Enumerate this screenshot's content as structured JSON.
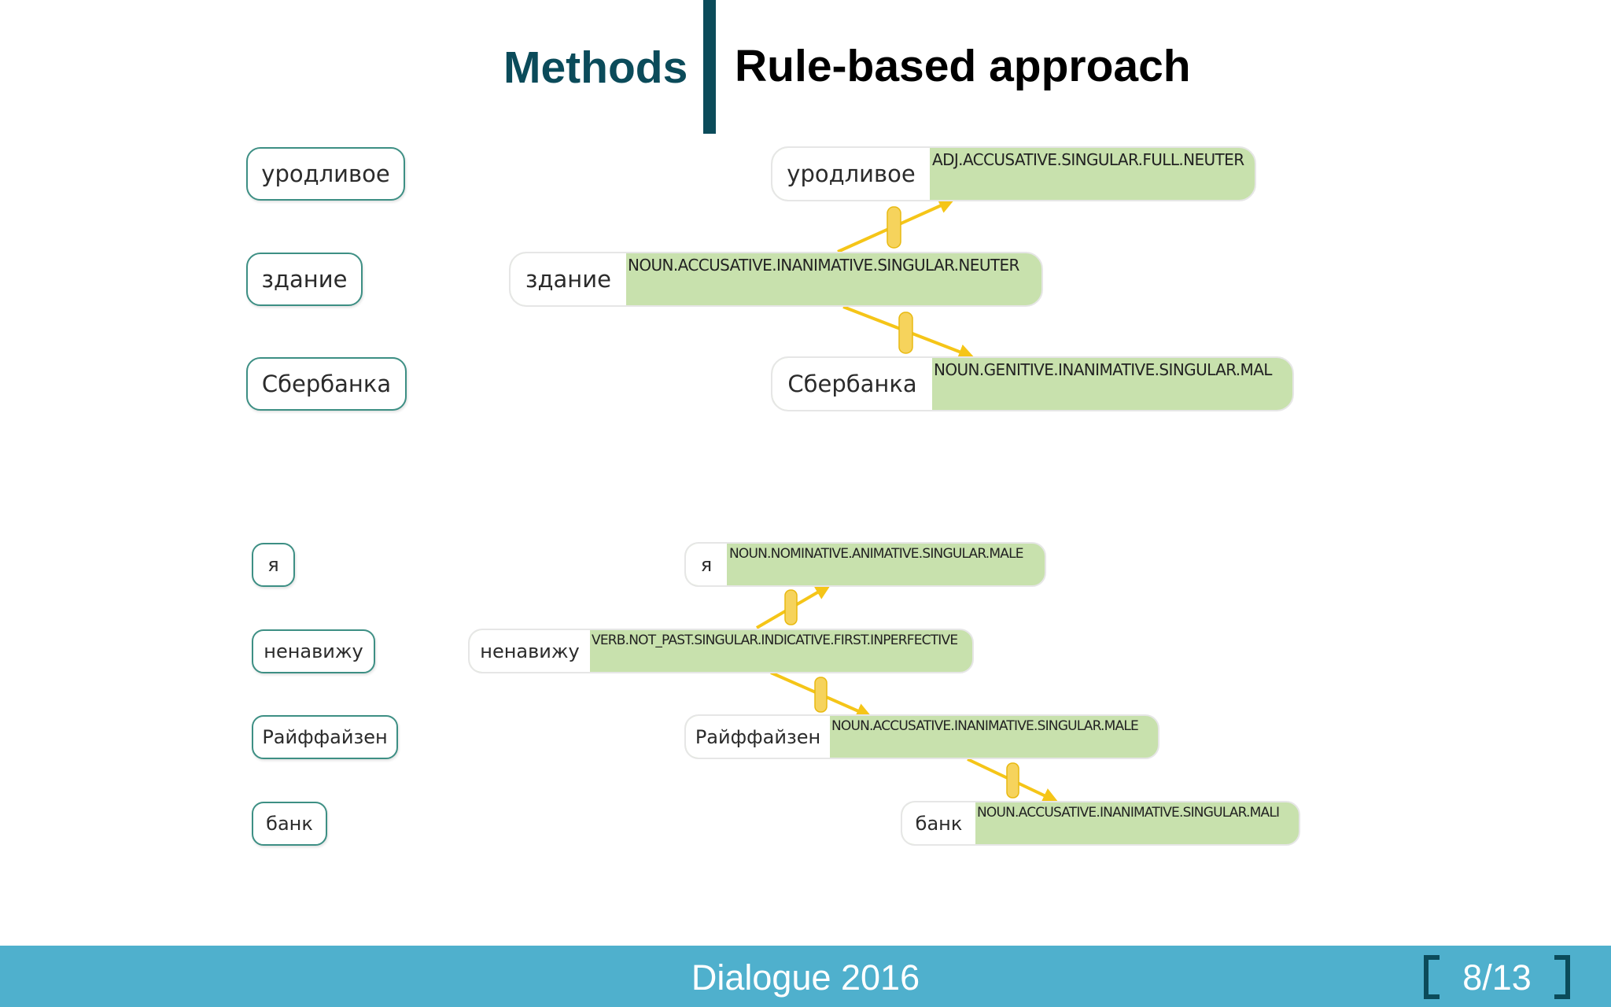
{
  "header": {
    "section": "Methods",
    "title": "Rule-based approach"
  },
  "example1": {
    "words": [
      "уродливое",
      "здание",
      "Сбербанка"
    ],
    "nodes": [
      {
        "word": "уродливое",
        "tag": "ADJ.ACCUSATIVE.SINGULAR.FULL.NEUTER"
      },
      {
        "word": "здание",
        "tag": "NOUN.ACCUSATIVE.INANIMATIVE.SINGULAR.NEUTER"
      },
      {
        "word": "Сбербанка",
        "tag": "NOUN.GENITIVE.INANIMATIVE.SINGULAR.MAL"
      }
    ]
  },
  "example2": {
    "words": [
      "я",
      "ненавижу",
      "Райффайзен",
      "банк"
    ],
    "nodes": [
      {
        "word": "я",
        "tag": "NOUN.NOMINATIVE.ANIMATIVE.SINGULAR.MALE"
      },
      {
        "word": "ненавижу",
        "tag": "VERB.NOT_PAST.SINGULAR.INDICATIVE.FIRST.INPERFECTIVE"
      },
      {
        "word": "Райффайзен",
        "tag": "NOUN.ACCUSATIVE.INANIMATIVE.SINGULAR.MALE"
      },
      {
        "word": "банк",
        "tag": "NOUN.ACCUSATIVE.INANIMATIVE.SINGULAR.MALI"
      }
    ]
  },
  "colors": {
    "accent": "#0b4b5a",
    "footer": "#4fb0cd",
    "tag_fill": "#c8e1ad",
    "pill_border": "#3d8f84",
    "arrow": "#f5c518"
  },
  "footer": {
    "conference": "Dialogue 2016",
    "page": "8/13"
  }
}
